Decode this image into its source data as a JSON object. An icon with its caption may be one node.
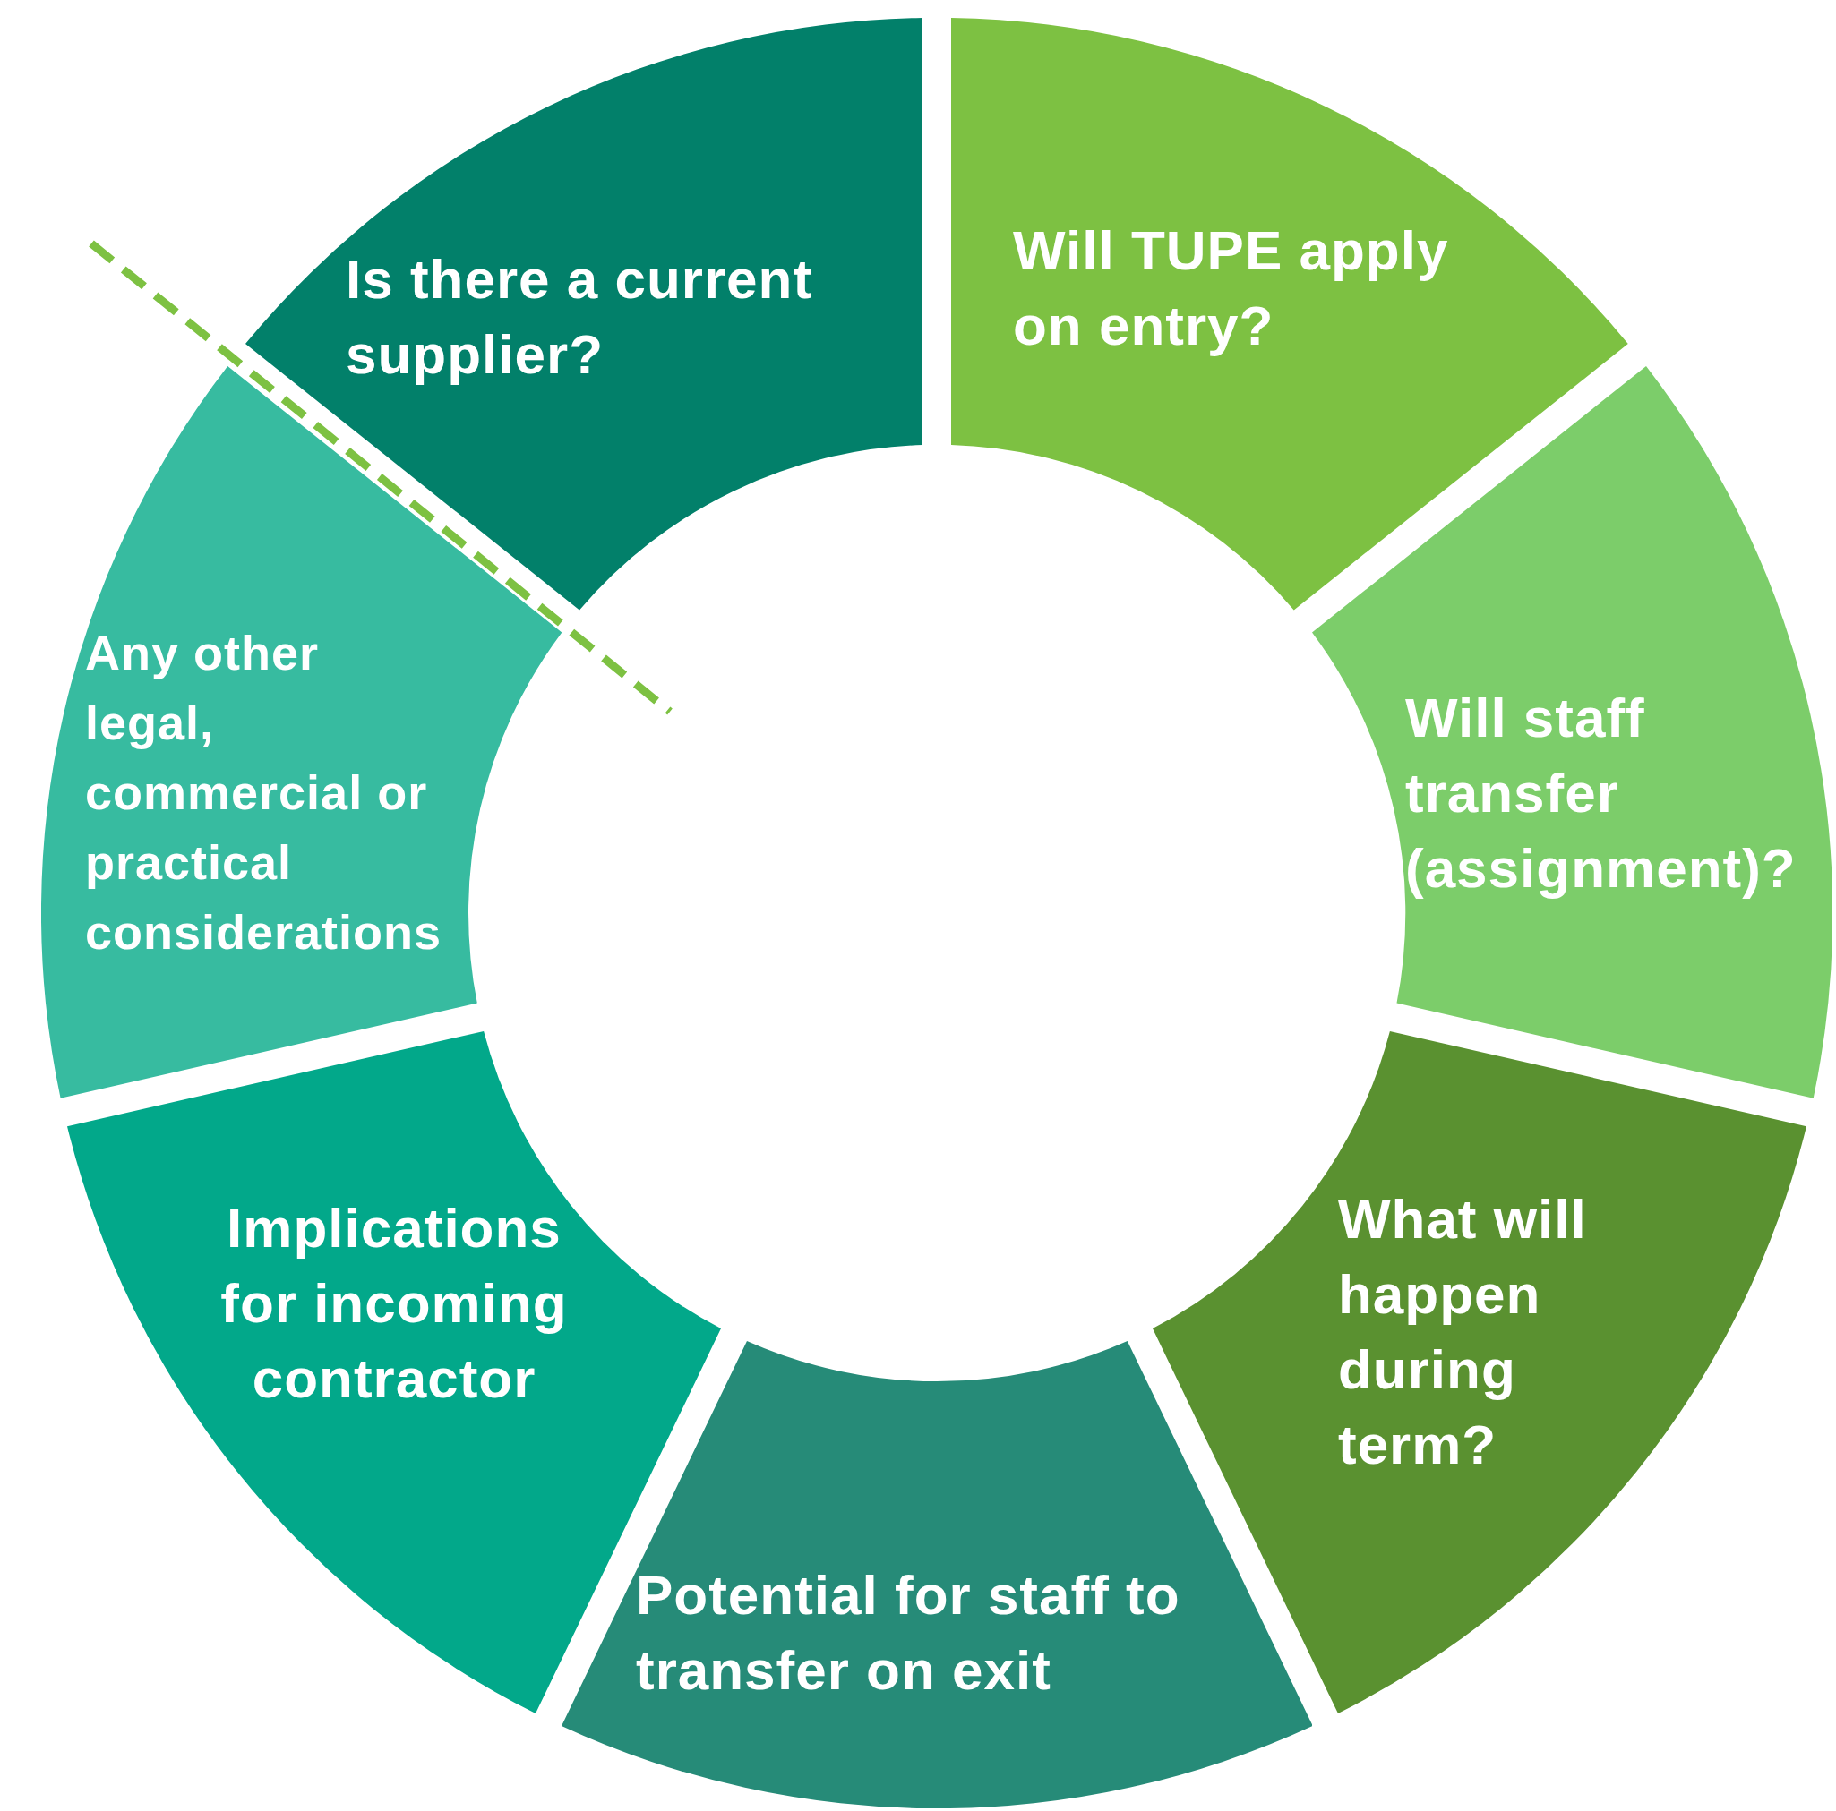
{
  "diagram": {
    "nodes": [
      {
        "text": [
          "Is there a current supplier?"
        ]
      },
      {
        "text": [
          "Will TUPE apply on entry?"
        ]
      },
      {
        "text": [
          "Will staff transfer (assignment)?"
        ]
      },
      {
        "text": [
          "What will happen during term?"
        ]
      },
      {
        "text": [
          "Potential for staff to transfer on exit"
        ]
      },
      {
        "text": [
          "Implications for incoming contractor"
        ]
      },
      {
        "text": [
          "Any other legal, commercial or practical considerations"
        ]
      }
    ]
  }
}
